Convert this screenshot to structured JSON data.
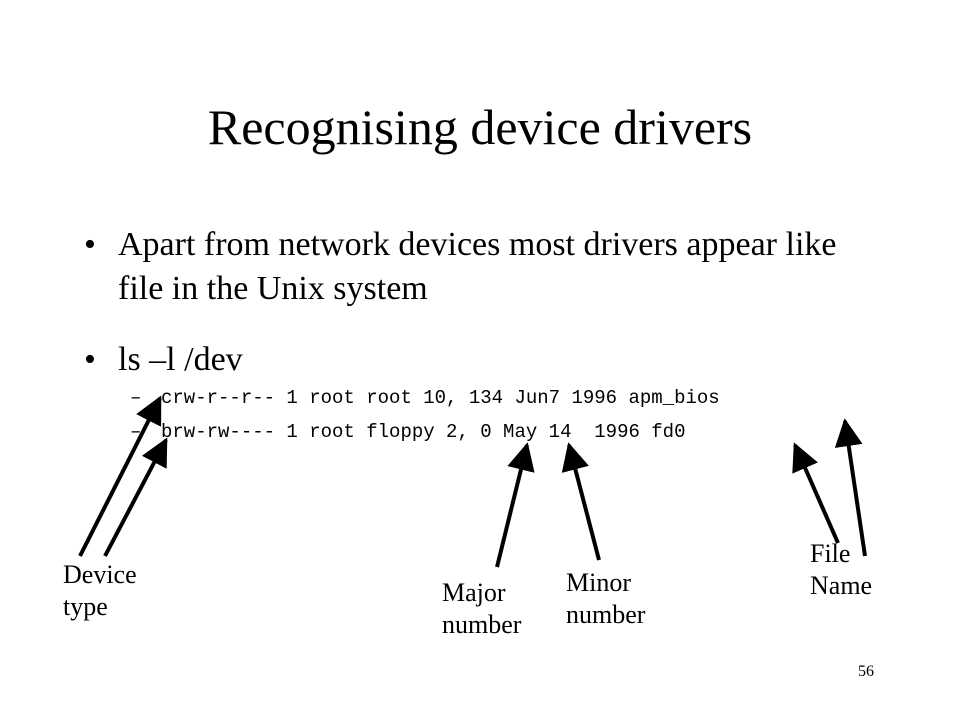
{
  "slide": {
    "title": "Recognising device drivers",
    "bullets": [
      {
        "marker": "•",
        "text": "Apart from network devices most drivers appear like file in the Unix system"
      },
      {
        "marker": "•",
        "text": "ls –l /dev"
      }
    ],
    "sub_items": [
      {
        "marker": "–",
        "text": "crw-r--r-- 1 root root 10, 134 Jun7 1996 apm_bios"
      },
      {
        "marker": "–",
        "text": "brw-rw---- 1 root floppy 2, 0 May 14  1996 fd0"
      }
    ],
    "annotations": {
      "device_type": "Device\ntype",
      "major_number": "Major\nnumber",
      "minor_number": "Minor\nnumber",
      "file_name": "File\nName"
    },
    "page_number": "56"
  }
}
